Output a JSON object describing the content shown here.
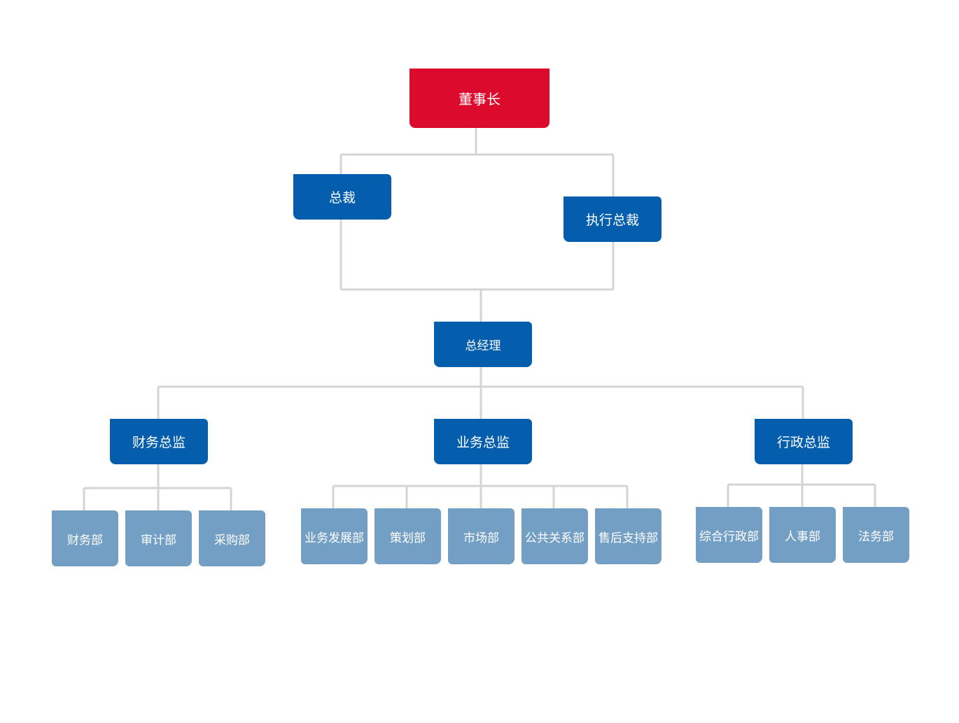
{
  "colors": {
    "chairman": "#dc0a2c",
    "executive": "#045ead",
    "department": "#739fc4",
    "connector": "#d4d4d4"
  },
  "org_chart": {
    "chairman": "董事长",
    "president": "总裁",
    "executive_president": "执行总裁",
    "general_manager": "总经理",
    "directors": {
      "finance": {
        "title": "财务总监",
        "departments": [
          "财务部",
          "审计部",
          "采购部"
        ]
      },
      "business": {
        "title": "业务总监",
        "departments": [
          "业务发展部",
          "策划部",
          "市场部",
          "公共关系部",
          "售后支持部"
        ]
      },
      "administration": {
        "title": "行政总监",
        "departments": [
          "综合行政部",
          "人事部",
          "法务部"
        ]
      }
    }
  }
}
